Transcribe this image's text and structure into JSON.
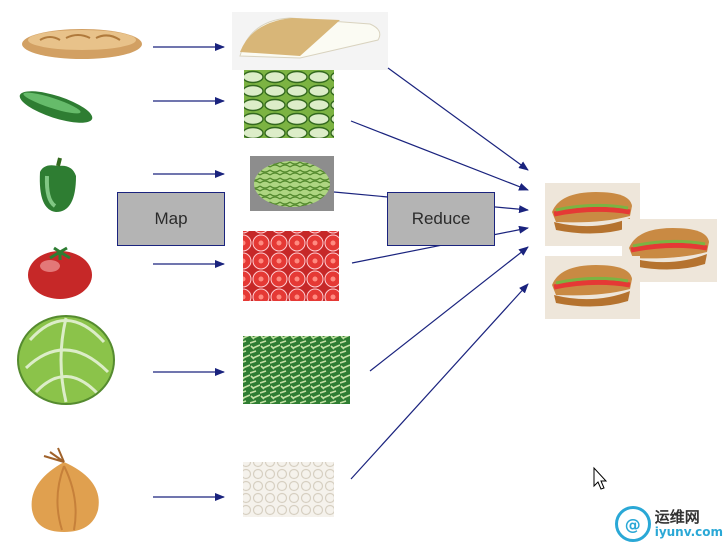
{
  "diagram": {
    "map_label": "Map",
    "reduce_label": "Reduce",
    "colors": {
      "arrow": "#1a237e",
      "box_fill": "#b4b4b4",
      "box_border": "#1a237e"
    },
    "inputs": [
      {
        "name": "bread",
        "icon": "bread-loaf-icon"
      },
      {
        "name": "cucumber",
        "icon": "cucumber-icon"
      },
      {
        "name": "green-pepper",
        "icon": "green-pepper-icon"
      },
      {
        "name": "tomato",
        "icon": "tomato-icon"
      },
      {
        "name": "lettuce",
        "icon": "lettuce-icon"
      },
      {
        "name": "onion",
        "icon": "onion-icon"
      }
    ],
    "mapped": [
      {
        "name": "sliced-bread",
        "icon": "sliced-bread-icon"
      },
      {
        "name": "cucumber-slices",
        "icon": "cucumber-slices-icon"
      },
      {
        "name": "pepper-slices",
        "icon": "pepper-slices-icon"
      },
      {
        "name": "tomato-slices",
        "icon": "tomato-slices-icon"
      },
      {
        "name": "shredded-lettuce",
        "icon": "shredded-lettuce-icon"
      },
      {
        "name": "onion-rings",
        "icon": "onion-rings-icon"
      }
    ],
    "output": {
      "name": "sandwiches",
      "icon": "sandwich-icon"
    }
  },
  "watermark": {
    "logo_glyph": "@",
    "name": "运维网",
    "site": "iyunv.com"
  }
}
